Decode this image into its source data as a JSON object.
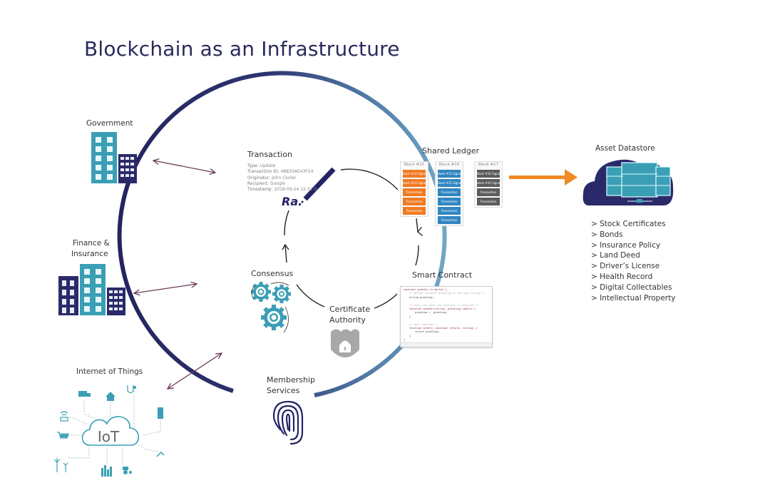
{
  "title": "Blockchain as an Infrastructure",
  "colors": {
    "navy": "#2a2a6a",
    "teal": "#3a9fb5",
    "steel": "#6a9cbf",
    "orange": "#f08a24",
    "ledger_orange": "#f07a22",
    "ledger_blue": "#2f86c2",
    "ledger_gray": "#5b5b5b",
    "arrow_purple": "#6b3a5a",
    "shield_gray": "#a8a8a8"
  },
  "left_entities": [
    {
      "label": "Government",
      "icon": "buildings-icon"
    },
    {
      "label_line1": "Finance &",
      "label_line2": "Insurance",
      "icon": "office-buildings-icon"
    },
    {
      "label": "Internet of Things",
      "icon": "iot-cloud-icon"
    }
  ],
  "iot": {
    "cloud_text": "IoT",
    "devices": [
      "truck-icon",
      "smart-home-icon",
      "stethoscope-icon",
      "smart-building-icon",
      "robot-arm-icon",
      "tractor-icon",
      "city-icon",
      "wind-turbine-icon",
      "shopping-cart-icon",
      "wifi-bed-icon"
    ]
  },
  "cycle": {
    "transaction": {
      "title": "Transaction",
      "fields": [
        {
          "key": "Type:",
          "value": "Update"
        },
        {
          "key": "Transaction ID:",
          "value": "4883SAE43F54"
        },
        {
          "key": "Originator:",
          "value": "John Cooler"
        },
        {
          "key": "Recipient:",
          "value": "Google"
        },
        {
          "key": "Timestamp:",
          "value": "2018-09-24 12:32:0"
        }
      ],
      "signature": "Ra."
    },
    "shared_ledger": {
      "title": "Shared Ledger",
      "blocks": [
        {
          "name": "Block #15",
          "color": "#f07a22",
          "cells": [
            "Hash #14 Signature",
            "Hash #14 Signature",
            "Transaction",
            "Transaction",
            "Transaction"
          ]
        },
        {
          "name": "Block #16",
          "color": "#2f86c2",
          "cells": [
            "Hash #15 Signature",
            "Hash #15 Signature",
            "Transaction",
            "Transaction",
            "Transaction",
            "Transaction"
          ]
        },
        {
          "name": "Block #17",
          "color": "#5b5b5b",
          "cells": [
            "Hash #16 Signature",
            "Hash #16 Signature",
            "Transaction",
            "Transaction"
          ]
        }
      ]
    },
    "smart_contract": {
      "title": "Smart Contract",
      "code": [
        {
          "t": "contract greeter is mortal {",
          "c": "kw",
          "i": 0
        },
        {
          "t": "/* define variable greeting of the type string */",
          "c": "cm",
          "i": 1
        },
        {
          "t": "string greeting;",
          "c": "",
          "i": 1
        },
        {
          "t": "",
          "c": "",
          "i": 0
        },
        {
          "t": "/* this runs when the contract is executed */",
          "c": "cm",
          "i": 1
        },
        {
          "t": "function greeter(string _greeting) public {",
          "c": "kw",
          "i": 1
        },
        {
          "t": "greeting = _greeting;",
          "c": "",
          "i": 2
        },
        {
          "t": "}",
          "c": "",
          "i": 1
        },
        {
          "t": "",
          "c": "",
          "i": 0
        },
        {
          "t": "/* main function */",
          "c": "cm",
          "i": 1
        },
        {
          "t": "function greet() constant returns (string) {",
          "c": "kw",
          "i": 1
        },
        {
          "t": "return greeting;",
          "c": "",
          "i": 2
        },
        {
          "t": "}",
          "c": "",
          "i": 1
        },
        {
          "t": "}",
          "c": "",
          "i": 0
        }
      ]
    },
    "certificate_authority": {
      "line1": "Certificate",
      "line2": "Authority"
    },
    "consensus": {
      "title": "Consensus"
    },
    "membership": {
      "line1": "Membership",
      "line2": "Services"
    }
  },
  "asset_datastore": {
    "title": "Asset Datastore",
    "items": [
      "> Stock Certificates",
      "> Bonds",
      "> Insurance Policy",
      "> Land Deed",
      "> Driver’s License",
      "> Health Record",
      "> Digital Collectables",
      "> Intellectual Property"
    ]
  }
}
